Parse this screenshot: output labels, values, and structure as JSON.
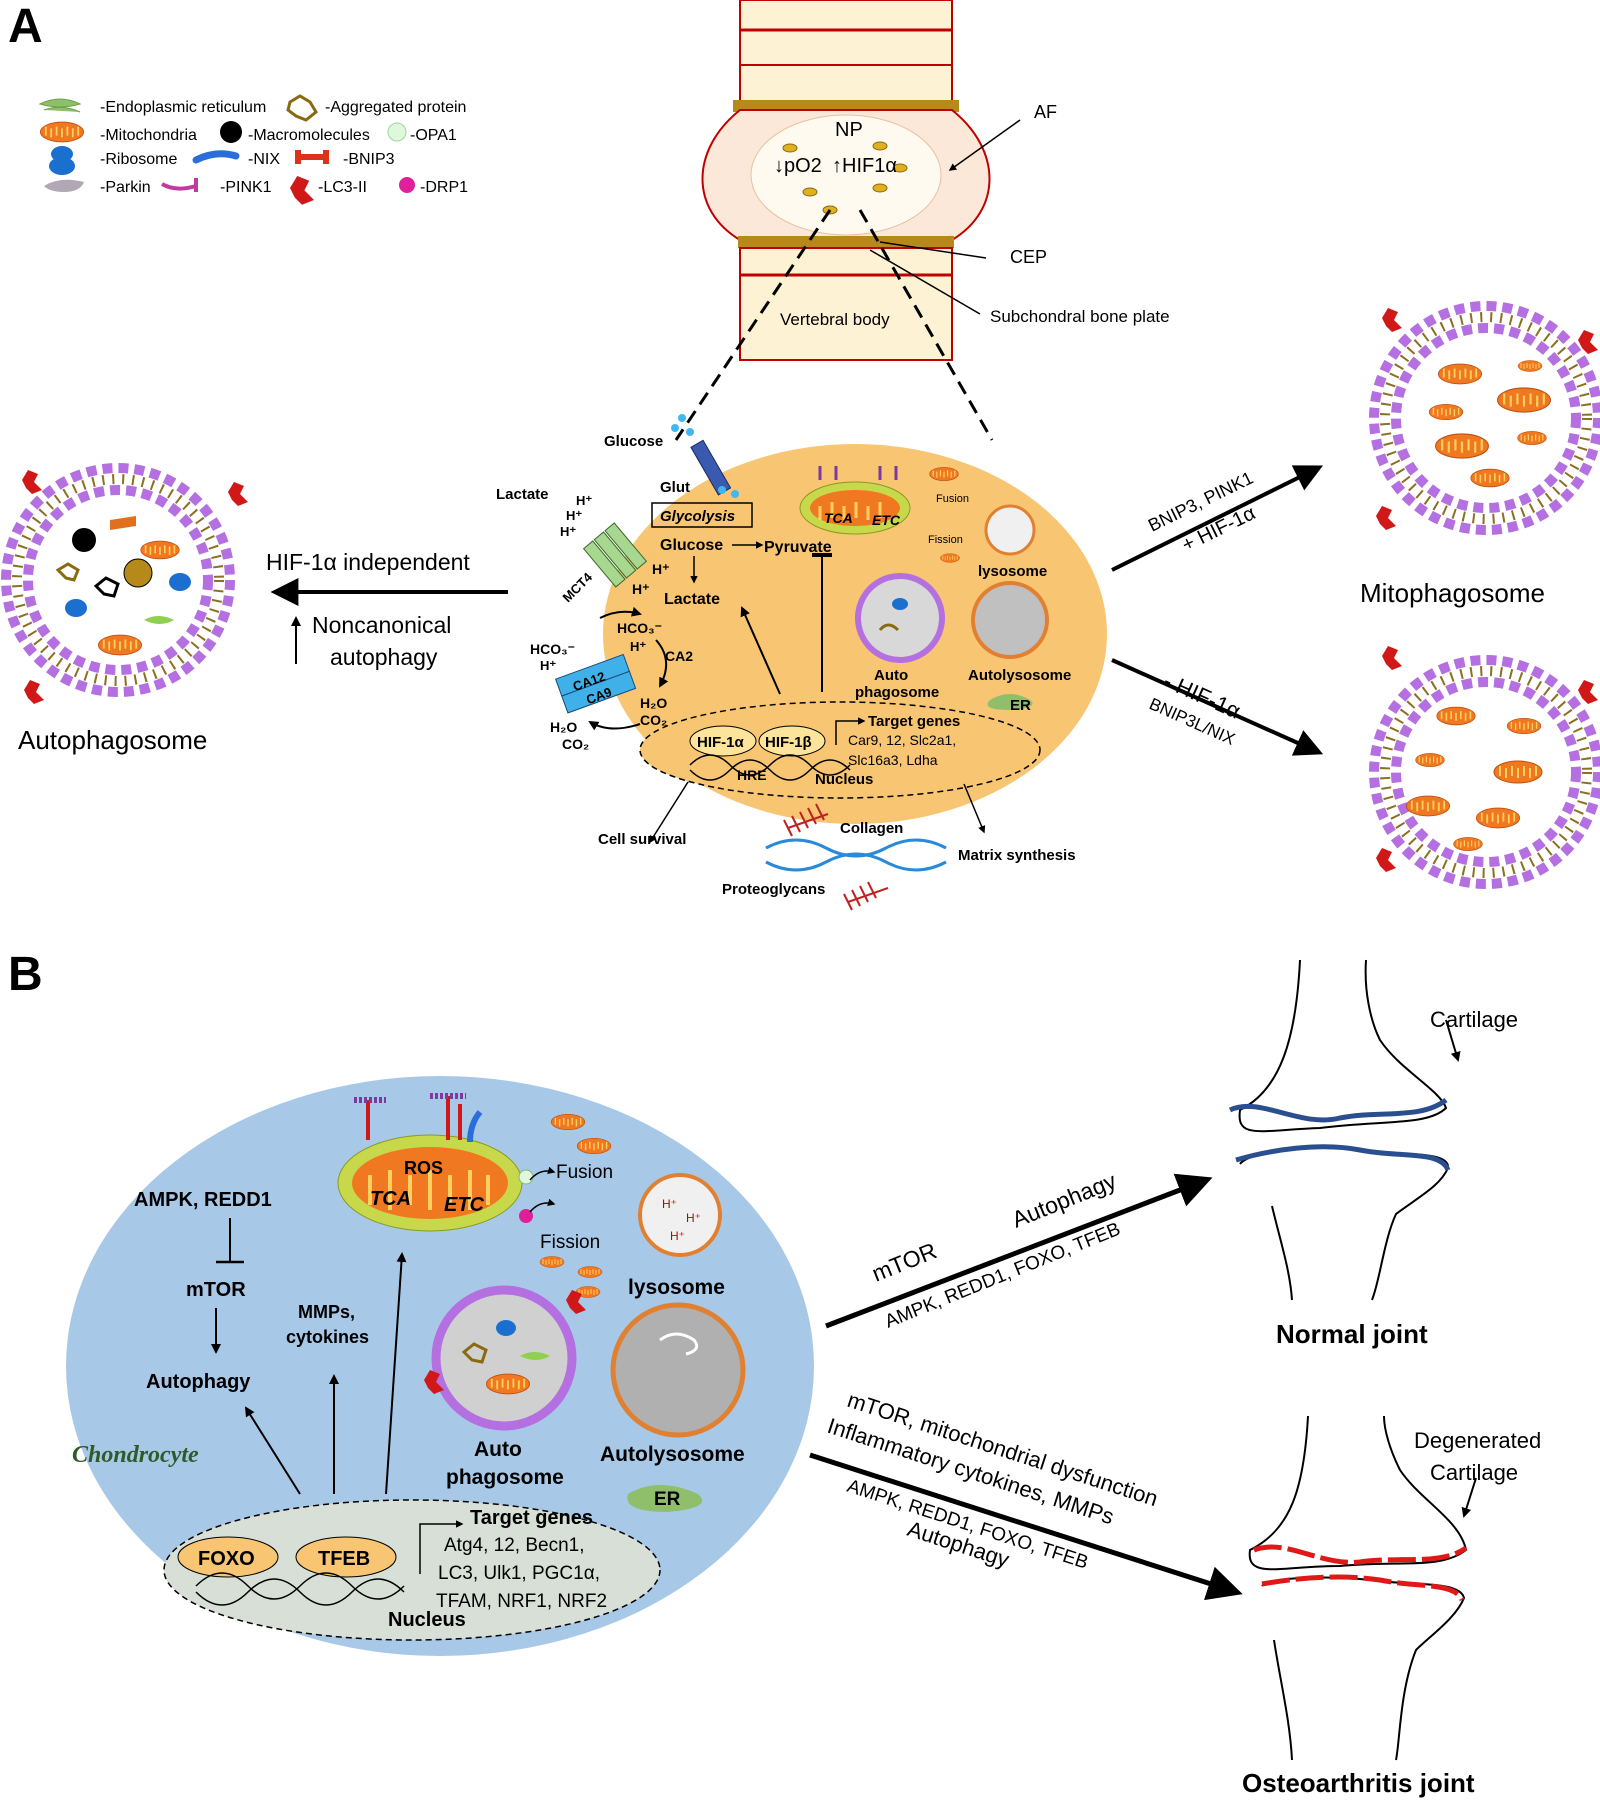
{
  "panel_a": {
    "label": "A",
    "legend": {
      "er": "-Endoplasmic reticulum",
      "aggregated": "-Aggregated protein",
      "mito": "-Mitochondria",
      "macro": "-Macromolecules",
      "opa1": "-OPA1",
      "ribosome": "-Ribosome",
      "nix": "-NIX",
      "bnip3": "-BNIP3",
      "parkin": "-Parkin",
      "pink1": "-PINK1",
      "lc3": "-LC3-II",
      "drp1": "-DRP1"
    },
    "disc": {
      "np": "NP",
      "po2": "↓pO2",
      "hif": "↑HIF1α",
      "af": "AF",
      "cep": "CEP",
      "vertebral": "Vertebral body",
      "subchondral": "Subchondral bone plate"
    },
    "cell": {
      "glucose_out": "Glucose",
      "glut": "Glut",
      "glycolysis": "Glycolysis",
      "lactate_out": "Lactate",
      "h1": "H⁺",
      "h2": "H⁺",
      "h3": "H⁺",
      "mct4": "MCT4",
      "glucose": "Glucose",
      "pyruvate": "Pyruvate",
      "h4": "H⁺",
      "h5": "H⁺",
      "lactate": "Lactate",
      "tca": "TCA",
      "etc": "ETC",
      "fusion": "Fusion",
      "fission": "Fission",
      "lysosome": "lysosome",
      "hco3": "HCO₃⁻",
      "h6": "H⁺",
      "ca2": "CA2",
      "hco3_out": "HCO₃⁻",
      "h7": "H⁺",
      "ca12": "CA12",
      "ca9": "CA9",
      "h2o_co2": "H₂O",
      "co2": "CO₂",
      "h2o_out": "H₂O",
      "co2_out": "CO₂",
      "auto1": "Auto",
      "auto2": "phagosome",
      "autolysosome": "Autolysosome",
      "er": "ER",
      "target_title": "Target genes",
      "target_l1": "Car9, 12, Slc2a1,",
      "target_l2": "Slc16a3, Ldha",
      "hif1a": "HIF-1α",
      "hif1b": "HIF-1β",
      "hre": "HRE",
      "nucleus": "Nucleus",
      "cell_survival": "Cell survival",
      "collagen": "Collagen",
      "matrix": "Matrix synthesis",
      "proteoglycans": "Proteoglycans"
    },
    "left": {
      "hif_indep": "HIF-1α independent",
      "noncanon1": "Noncanonical",
      "noncanon2": "autophagy",
      "autophagosome": "Autophagosome"
    },
    "right": {
      "arrow1_l1": "BNIP3, PINK1",
      "arrow1_l2": "+ HIF-1α",
      "mitophagosome": "Mitophagosome",
      "arrow2_l1": "- HIF-1α",
      "arrow2_l2": "BNIP3L/NIX"
    }
  },
  "panel_b": {
    "label": "B",
    "cell": {
      "ampk": "AMPK, REDD1",
      "mtor": "mTOR",
      "autophagy": "Autophagy",
      "chondrocyte": "Chondrocyte",
      "mmps1": "MMPs,",
      "mmps2": "cytokines",
      "ros": "ROS",
      "tca": "TCA",
      "etc": "ETC",
      "fusion": "Fusion",
      "fission": "Fission",
      "lysosome": "lysosome",
      "auto1": "Auto",
      "auto2": "phagosome",
      "autolysosome": "Autolysosome",
      "er": "ER",
      "target_title": "Target genes",
      "target_l1": "Atg4, 12, Becn1,",
      "target_l2": "LC3, Ulk1, PGC1α,",
      "target_l3": "TFAM, NRF1, NRF2",
      "foxo": "FOXO",
      "tfeb": "TFEB",
      "nucleus": "Nucleus",
      "h": "H⁺"
    },
    "upper_arrow": {
      "mtor": "mTOR",
      "autophagy": "Autophagy",
      "list": "AMPK, REDD1, FOXO, TFEB"
    },
    "lower_arrow": {
      "l1": "mTOR, mitochondrial dysfunction",
      "l2": "Inflammatory cytokines, MMPs",
      "l3": "AMPK, REDD1, FOXO, TFEB",
      "l4": "Autophagy"
    },
    "normal": {
      "cartilage": "Cartilage",
      "title": "Normal joint"
    },
    "oa": {
      "deg1": "Degenerated",
      "deg2": "Cartilage",
      "title": "Osteoarthritis joint"
    }
  },
  "colors": {
    "cell_a": "#f8c573",
    "cell_b": "#a8c8e8",
    "nucleus_b": "#d7dfd6",
    "membrane": "#b46fe0",
    "lc3": "#d01818",
    "mito": "#f07820",
    "normal_cartilage": "#2a4f8f",
    "oa_cartilage": "#e01818"
  }
}
